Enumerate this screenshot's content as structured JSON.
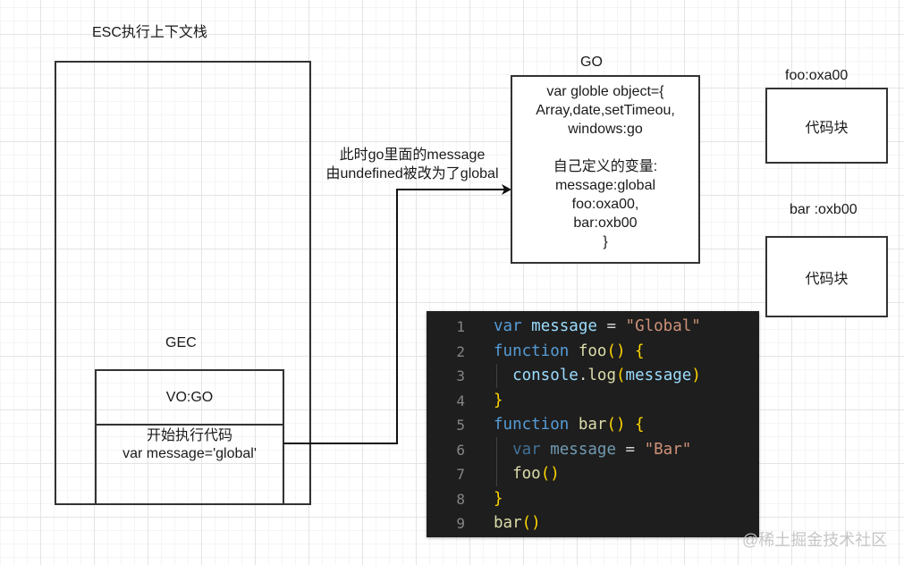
{
  "esc_stack": {
    "title": "ESC执行上下文栈",
    "gec_label": "GEC",
    "vo_label": "VO:GO",
    "exec_line1": "开始执行代码",
    "exec_line2": "var message='global'"
  },
  "annotation": {
    "line1": "此时go里面的message",
    "line2": "由undefined被改为了global"
  },
  "go": {
    "title": "GO",
    "lines": [
      "var globle object={",
      "Array,date,setTimeou,",
      "windows:go",
      "",
      "自己定义的变量:",
      "message:global",
      "foo:oxa00,",
      "bar:oxb00",
      "}"
    ]
  },
  "heap": {
    "foo_label": "foo:oxa00",
    "foo_block": "代码块",
    "bar_label": "bar :oxb00",
    "bar_block": "代码块"
  },
  "code": {
    "lines": [
      {
        "n": "1",
        "tokens": [
          [
            "kw",
            "var "
          ],
          [
            "var",
            "message"
          ],
          [
            "pn",
            " = "
          ],
          [
            "str",
            "\"Global\""
          ]
        ]
      },
      {
        "n": "2",
        "tokens": [
          [
            "kw",
            "function "
          ],
          [
            "fn",
            "foo"
          ],
          [
            "br",
            "() {"
          ]
        ]
      },
      {
        "n": "3",
        "tokens": [
          [
            "pn",
            "  "
          ],
          [
            "var",
            "console"
          ],
          [
            "pn",
            "."
          ],
          [
            "fn",
            "log"
          ],
          [
            "br",
            "("
          ],
          [
            "var",
            "message"
          ],
          [
            "br",
            ")"
          ]
        ]
      },
      {
        "n": "4",
        "tokens": [
          [
            "br",
            "}"
          ]
        ]
      },
      {
        "n": "5",
        "tokens": [
          [
            "kw",
            "function "
          ],
          [
            "fn",
            "bar"
          ],
          [
            "br",
            "() {"
          ]
        ]
      },
      {
        "n": "6",
        "tokens": [
          [
            "pn",
            "  "
          ],
          [
            "kw dim",
            "var "
          ],
          [
            "var dim",
            "message"
          ],
          [
            "pn",
            " = "
          ],
          [
            "str",
            "\"Bar\""
          ]
        ]
      },
      {
        "n": "7",
        "tokens": [
          [
            "pn",
            "  "
          ],
          [
            "fn",
            "foo"
          ],
          [
            "br",
            "()"
          ]
        ]
      },
      {
        "n": "8",
        "tokens": [
          [
            "br",
            "}"
          ]
        ]
      },
      {
        "n": "9",
        "tokens": [
          [
            "fn",
            "bar"
          ],
          [
            "br",
            "()"
          ]
        ]
      }
    ]
  },
  "watermark": "@稀土掘金技术社区",
  "colors": {
    "keyword": "#569cd6",
    "variable": "#9cdcfe",
    "function": "#dcdcaa",
    "string": "#ce9178",
    "editor_bg": "#1e1e1e"
  }
}
